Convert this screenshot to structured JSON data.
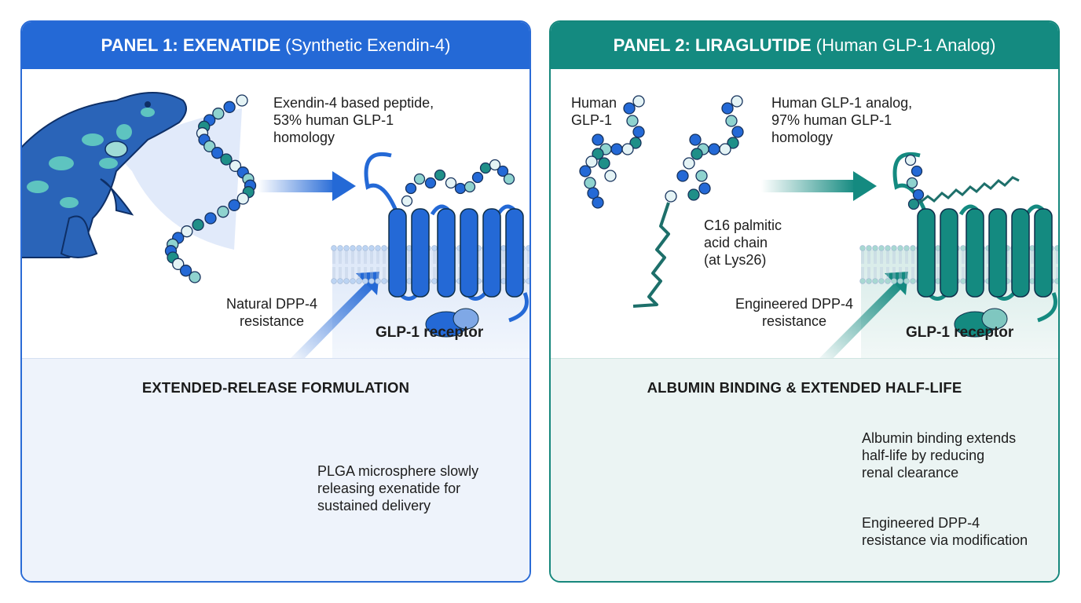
{
  "panels": [
    {
      "id": "exenatide",
      "title_bold": "PANEL 1: EXENATIDE",
      "title_regular": "(Synthetic Exendin-4)",
      "accent": "#2469d6",
      "peptide_label": [
        "Exendin-4 based peptide,",
        "53% human GLP-1",
        "homology"
      ],
      "resistance_label": [
        "Natural DPP-4",
        "resistance"
      ],
      "receptor_label": "GLP-1 receptor",
      "section_title": "EXTENDED-RELEASE FORMULATION",
      "section_text": [
        "PLGA microsphere slowly",
        "releasing exenatide for",
        "sustained delivery"
      ],
      "icons": [
        "gila-monster-icon",
        "peptide-chain-icon",
        "arrow-right-icon",
        "gpcr-receptor-icon",
        "microsphere-icon"
      ]
    },
    {
      "id": "liraglutide",
      "title_bold": "PANEL 2: LIRAGLUTIDE",
      "title_regular": "(Human GLP-1 Analog)",
      "accent": "#148a80",
      "human_label": [
        "Human",
        "GLP-1"
      ],
      "peptide_label": [
        "Human GLP-1 analog,",
        "97% human GLP-1",
        "homology"
      ],
      "chain_label": [
        "C16 palmitic",
        "acid chain",
        "(at Lys26)"
      ],
      "resistance_label": [
        "Engineered DPP-4",
        "resistance"
      ],
      "receptor_label": "GLP-1 receptor",
      "section_title": "ALBUMIN BINDING & EXTENDED HALF-LIFE",
      "section_text_1": [
        "Albumin binding extends",
        "half-life by reducing",
        "renal clearance"
      ],
      "section_text_2": [
        "Engineered DPP-4",
        "resistance via modification"
      ],
      "icons": [
        "peptide-chain-icon",
        "fatty-acid-chain-icon",
        "arrow-right-icon",
        "gpcr-receptor-icon",
        "albumin-icon"
      ]
    }
  ],
  "colors": {
    "blue": "#2469d6",
    "teal": "#148a80",
    "bead_teal": "#1f8f88",
    "bead_light": "#8fd3cf",
    "bead_pale": "#e4f3f5"
  }
}
